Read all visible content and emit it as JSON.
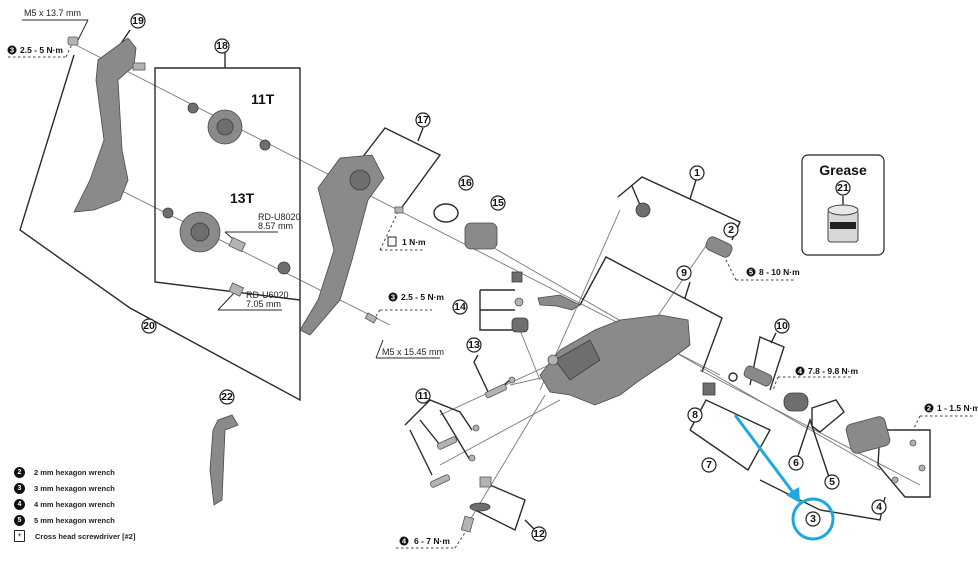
{
  "title": "Rear derailleur exploded view",
  "callouts": [
    {
      "id": "1",
      "label": "1"
    },
    {
      "id": "2",
      "label": "2"
    },
    {
      "id": "3",
      "label": "3"
    },
    {
      "id": "4",
      "label": "4"
    },
    {
      "id": "5",
      "label": "5"
    },
    {
      "id": "6",
      "label": "6"
    },
    {
      "id": "7",
      "label": "7"
    },
    {
      "id": "8",
      "label": "8"
    },
    {
      "id": "9",
      "label": "9"
    },
    {
      "id": "10",
      "label": "10"
    },
    {
      "id": "11",
      "label": "11"
    },
    {
      "id": "12",
      "label": "12"
    },
    {
      "id": "13",
      "label": "13"
    },
    {
      "id": "14",
      "label": "14"
    },
    {
      "id": "15",
      "label": "15"
    },
    {
      "id": "16",
      "label": "16"
    },
    {
      "id": "17",
      "label": "17"
    },
    {
      "id": "18",
      "label": "18"
    },
    {
      "id": "19",
      "label": "19"
    },
    {
      "id": "20",
      "label": "20"
    },
    {
      "id": "21",
      "label": "21"
    },
    {
      "id": "22",
      "label": "22"
    }
  ],
  "annotations": {
    "bolt_top": "M5 x 13.7 mm",
    "bolt_mid": "M5 x 15.45 mm",
    "pulley_upper": "11T",
    "pulley_lower": "13T",
    "bushing1_model": "RD-U8020",
    "bushing1_size": "8.57 mm",
    "bushing2_model": "RD-U6020",
    "bushing2_size": "7.05 mm",
    "grease_title": "Grease"
  },
  "torques": [
    {
      "tool": "3",
      "value": "2.5 - 5 N·m"
    },
    {
      "tool": "3",
      "value": "2.5 - 5 N·m"
    },
    {
      "tool": "screwdriver",
      "value": "1 N·m"
    },
    {
      "tool": "5",
      "value": "8 - 10 N·m"
    },
    {
      "tool": "4",
      "value": "7.8 - 9.8 N·m"
    },
    {
      "tool": "2",
      "value": "1 - 1.5 N·m"
    },
    {
      "tool": "4",
      "value": "6 - 7 N·m"
    }
  ],
  "legend": [
    {
      "badge": "2",
      "text": "2 mm hexagon wrench"
    },
    {
      "badge": "3",
      "text": "3 mm hexagon wrench"
    },
    {
      "badge": "4",
      "text": "4 mm hexagon wrench"
    },
    {
      "badge": "5",
      "text": "5 mm hexagon wrench"
    },
    {
      "badge": "+",
      "text": "Cross head screwdriver [#2]"
    }
  ],
  "highlight": {
    "target": "3",
    "color": "#1ea8e0"
  }
}
